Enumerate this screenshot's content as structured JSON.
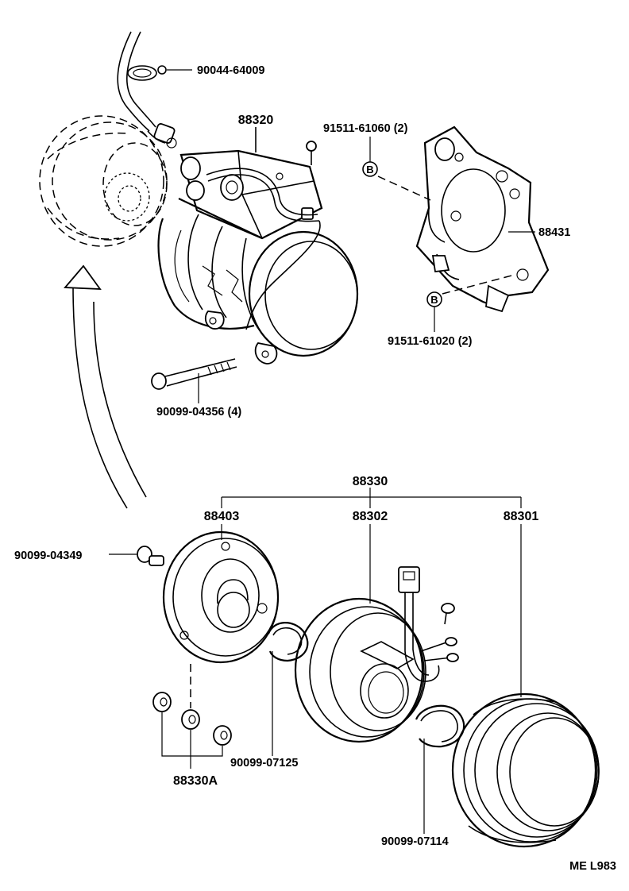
{
  "parts": {
    "wire_clamp": "90044-64009",
    "compressor": "88320",
    "bracket_bolt_upper": "91511-61060 (2)",
    "bracket": "88431",
    "bracket_bolt_lower": "91511-61020 (2)",
    "mounting_bolt": "90099-04356 (4)",
    "clutch_assembly": "88330",
    "pressure_plate": "88403",
    "stator": "88302",
    "pulley": "88301",
    "plate_bolt": "90099-04349",
    "snap_ring_stator": "90099-07125",
    "shims": "88330A",
    "snap_ring_pulley": "90099-07114"
  },
  "markers": {
    "ref_b_upper": "B",
    "ref_b_lower": "B"
  },
  "drawing_code": "ME L983"
}
